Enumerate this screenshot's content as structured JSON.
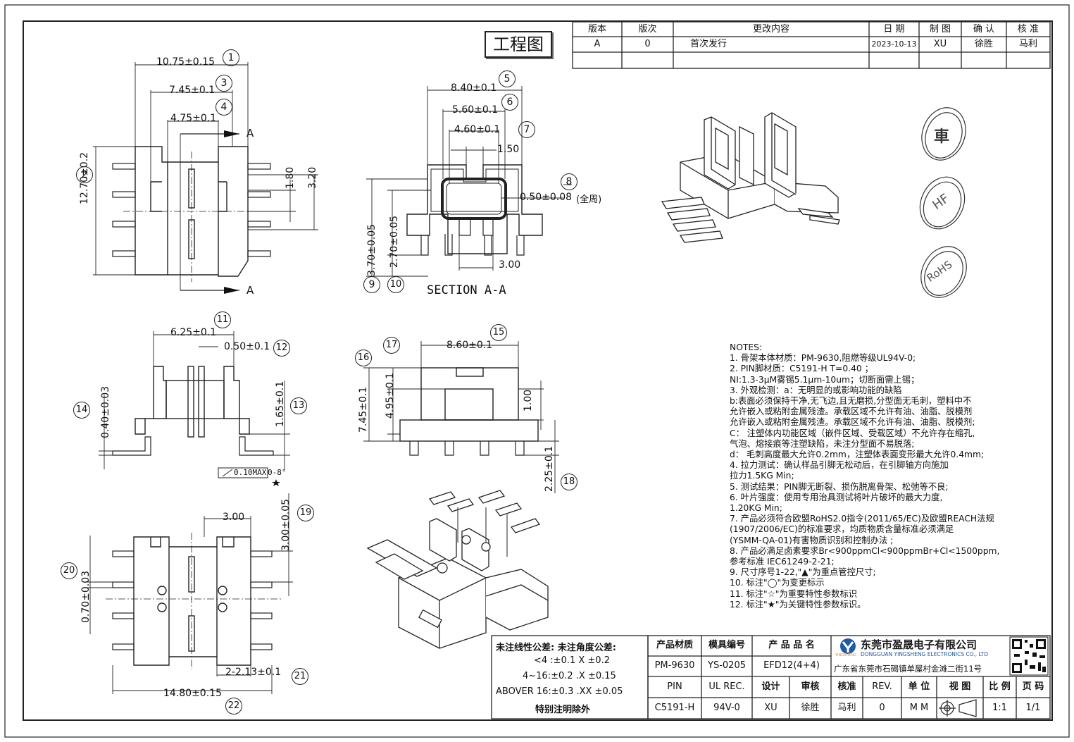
{
  "drawing_title": "工程图",
  "revision_table": {
    "headers": [
      "版本",
      "版次",
      "更改内容",
      "日 期",
      "制 图",
      "确 认",
      "核 准"
    ],
    "rows": [
      [
        "A",
        "0",
        "首次发行",
        "2023-10-13",
        "XU",
        "徐胜",
        "马利"
      ]
    ]
  },
  "top_view": {
    "dims": [
      "10.75±0.15",
      "7.45±0.1",
      "4.75±0.1",
      "12.70±0.2",
      "1.80",
      "3.20"
    ],
    "balloons": [
      "1",
      "2",
      "3",
      "4"
    ],
    "section_markers": [
      "A",
      "A"
    ]
  },
  "section_view": {
    "dims": [
      "8.40±0.1",
      "5.60±0.1",
      "4.60±0.1",
      "1.50",
      "0.50±0.08",
      "(全周)",
      "3.70±0.05",
      "2.70±0.05",
      "3.00"
    ],
    "balloons": [
      "5",
      "6",
      "7",
      "8",
      "9",
      "10"
    ],
    "label": "SECTION A-A"
  },
  "front_view": {
    "dims": [
      "6.25±0.1",
      "0.50±0.1",
      "0.40±0.03",
      "1.65±0.1"
    ],
    "balloons": [
      "11",
      "12",
      "13",
      "14"
    ],
    "flatness": "0.10MAX",
    "angle": "0-8°"
  },
  "side_view": {
    "dims": [
      "8.60±0.1",
      "7.45±0.1",
      "4.95±0.1",
      "1.00",
      "2.25±0.1"
    ],
    "balloons": [
      "15",
      "16",
      "17",
      "18"
    ]
  },
  "bottom_view": {
    "dims": [
      "3.00",
      "3.00±0.05",
      "0.70±0.03",
      "2-2.13±0.1",
      "14.80±0.15"
    ],
    "balloons": [
      "19",
      "20",
      "21",
      "22"
    ]
  },
  "marks": [
    "車",
    "HF",
    "RoHS"
  ],
  "notes": [
    "NOTES:",
    "1.  骨架本体材质：PM-9630,阻燃等级UL94V-0;",
    "2.  PIN脚材质：C5191-H T=0.40 ；",
    "       NI:1.3-3μM雾锡5.1μm-10um；切断面需上锡；",
    "3.  外观检测：a：无明显的或影响功能的缺陷",
    "     b:表面必须保持干净,无飞边,且无磨损,分型面无毛刺，塑料中不",
    "       允许嵌入或粘附金属残渣。承载区域不允许有油、油脂、脱模剂",
    "       允许嵌入或粘附金属残渣。承载区域不允许有油、油脂、脱模剂;",
    "    C：  注塑体内功能区域（嵌件区域、受载区域）不允许存在缩孔,",
    "          气泡、熔接痕等注塑缺陷，未注分型面不易脱落;",
    "     d：  毛刺高度最大允许0.2mm，注塑体表面变形最大允许0.4mm;",
    "4.  拉力测试：确认样品引脚无松动后，在引脚轴方向施加",
    "       拉力1.5KG Min;",
    "5.  测试结果：PIN脚无断裂、损伤脱离骨架、松弛等不良;",
    "6.  叶片强度：使用专用治具测试将叶片破坏的最大力度,",
    "       1.20KG Min;",
    "7.  产品必须符合欧盟RoHS2.0指令(2011/65/EC)及欧盟REACH法规",
    "       (1907/2006/EC)的标准要求，均质物质含量标准必须满足",
    "       (YSMM-QA-01)有害物质识别和控制办法  ;",
    "8.  产品必满足卤素要求Br<900ppmCl<900ppmBr+Cl<1500ppm,",
    "       参考标准 IEC61249-2-21;",
    "9.  尺寸序号1-22,\"▲\"为重点管控尺寸;",
    "10. 标注\"◯\"为变更标示",
    "11. 标注\"☆\"为重要特性参数标识",
    "12. 标注\"★\"为关键特性参数标识。"
  ],
  "tolerance_block": {
    "line1": "未注线性公差:  未注角度公差:",
    "line2": "<4 :±0.1  X ±0.2",
    "line3": "4~16:±0.2  .X ±0.15",
    "line4": "ABOVER 16:±0.3  .XX ±0.05",
    "line5": "特别注明除外"
  },
  "title_block": {
    "row1_labels": [
      "产品材质",
      "模具编号",
      "产 品 品 名"
    ],
    "row2_values": [
      "PM-9630",
      "YS-0205",
      "EFD12(4+4)"
    ],
    "row3_labels": [
      "PIN",
      "UL REC.",
      "设计",
      "审核",
      "核准",
      "REV.",
      "单 位",
      "视 图",
      "比 例",
      "页 码"
    ],
    "row4_values": [
      "C5191-H",
      "94V-0",
      "XU",
      "徐胜",
      "马利",
      "0",
      "M M",
      "",
      "1:1",
      "1/1"
    ],
    "company_cn": "东莞市盈晟电子有限公司",
    "company_en": "DONGGUAN YINGSHENG ELECTRONICS CO., LTD",
    "logo_text": "YINGSHENG",
    "address": "广东省东莞市石碣镇单屋村金滩二街11号"
  },
  "colors": {
    "ink": "#111111",
    "paper": "#ffffff",
    "logo_blue": "#1f5aa6",
    "logo_orange": "#e88a1a"
  }
}
